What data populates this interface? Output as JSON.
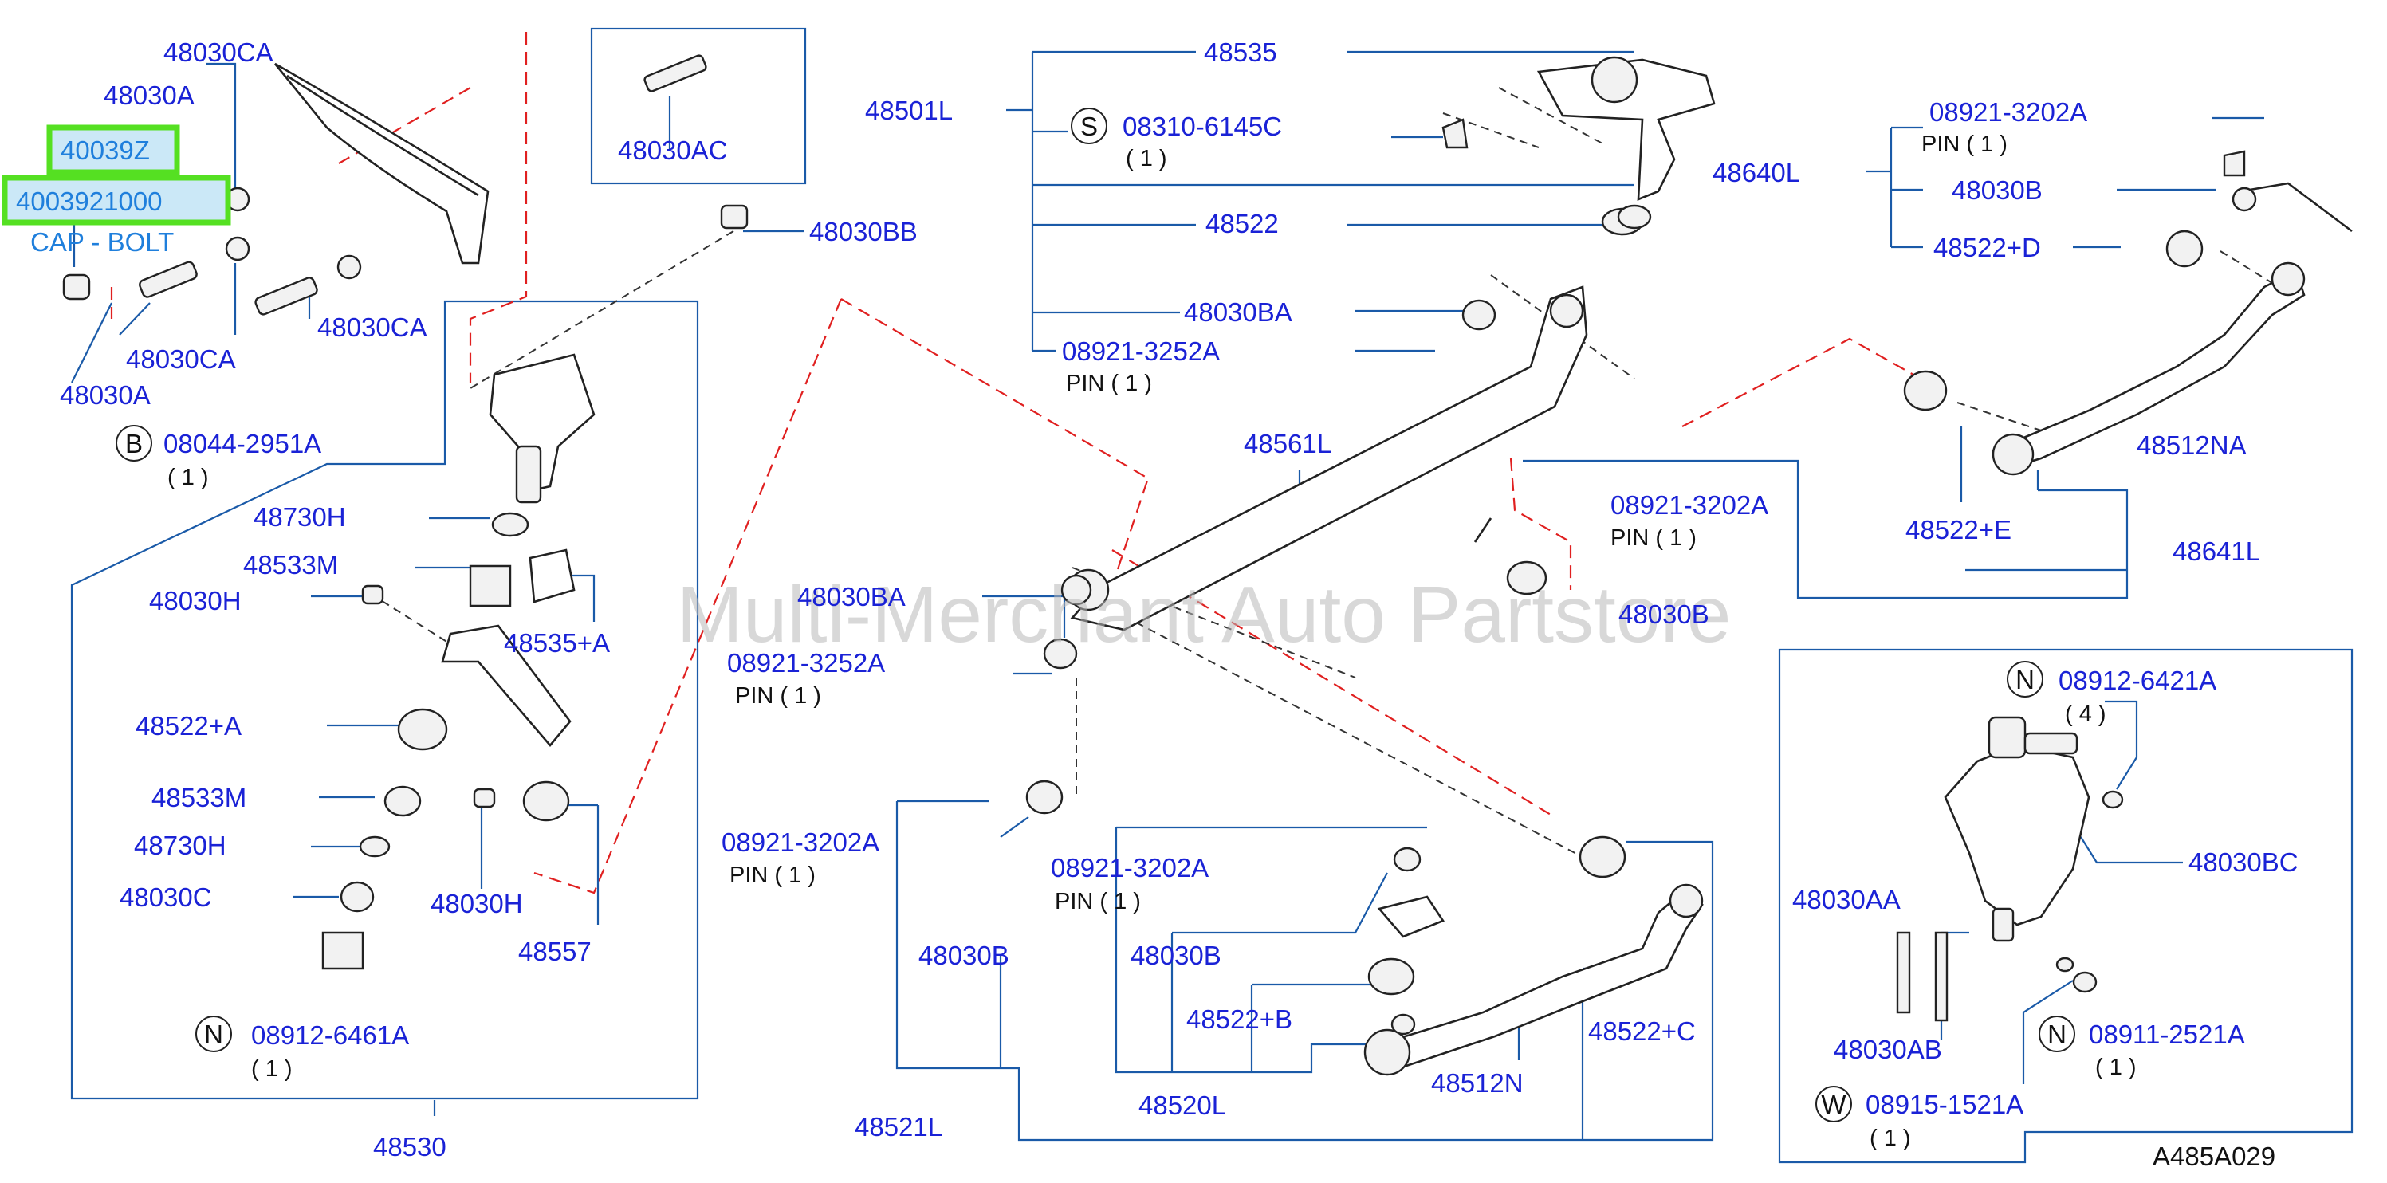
{
  "colors": {
    "label": "#1a22d6",
    "leader": "#1a5aa8",
    "callout": "#ff0000",
    "highlight_border": "#55e022",
    "highlight_fill": "#cbe8f7",
    "highlight_text": "#1f7fdc",
    "watermark": "#b8b8b8"
  },
  "highlights": {
    "part_a": "40039Z",
    "part_b": "4003921000",
    "part_desc": "CAP - BOLT"
  },
  "watermark": "Multi-Merchant Auto Partstore",
  "diagram_code": "A485A029",
  "callouts": {
    "b_letter": "B",
    "s_letter": "S",
    "n_letter": "N",
    "w_letter": "W"
  },
  "labels": {
    "p48030CA_top": "48030CA",
    "p48030A_top": "48030A",
    "p48030CA_mid": "48030CA",
    "p48030CA_bot": "48030CA",
    "p48030A_bot": "48030A",
    "p08044_2951A": "08044-2951A",
    "qty_08044": "( 1 )",
    "p48030AC": "48030AC",
    "p48030BB": "48030BB",
    "p48730H_a": "48730H",
    "p48533M_a": "48533M",
    "p48030H_a": "48030H",
    "p48535A": "48535+A",
    "p48522A": "48522+A",
    "p48533M_b": "48533M",
    "p48730H_b": "48730H",
    "p48030C": "48030C",
    "p48030H_b": "48030H",
    "p48557": "48557",
    "p08912_6461A": "08912-6461A",
    "qty_08912_6461A": "( 1 )",
    "p48530": "48530",
    "p48535": "48535",
    "p48501L": "48501L",
    "p08310_6145C": "08310-6145C",
    "qty_08310": "( 1 )",
    "p48522": "48522",
    "p48030BA_top": "48030BA",
    "p08921_3252A_top": "08921-3252A",
    "pin_3252A_top": "PIN ( 1 )",
    "p48561L": "48561L",
    "p48030BA_left": "48030BA",
    "p08921_3252A_left": "08921-3252A",
    "pin_3252A_left": "PIN ( 1 )",
    "p08921_3202A_left": "08921-3202A",
    "pin_3202A_left": "PIN ( 1 )",
    "p48030B_left": "48030B",
    "p48521L": "48521L",
    "p08921_3202A_mid": "08921-3202A",
    "pin_3202A_mid": "PIN ( 1 )",
    "p48030B_mid": "48030B",
    "p48522B": "48522+B",
    "p48520L": "48520L",
    "p48512N": "48512N",
    "p48522C": "48522+C",
    "p08921_3202A_ctr": "08921-3202A",
    "pin_3202A_ctr": "PIN ( 1 )",
    "p48030B_ctr": "48030B",
    "p08921_3202A_right": "08921-3202A",
    "pin_3202A_right": "PIN ( 1 )",
    "p48640L": "48640L",
    "p48030B_right": "48030B",
    "p48522D": "48522+D",
    "p48512NA": "48512NA",
    "p48522E": "48522+E",
    "p48641L": "48641L",
    "p08912_6421A": "08912-6421A",
    "qty_08912_6421A": "( 4 )",
    "p48030BC": "48030BC",
    "p48030AA": "48030AA",
    "p48030AB": "48030AB",
    "p08911_2521A": "08911-2521A",
    "qty_08911": "( 1 )",
    "p08915_1521A": "08915-1521A",
    "qty_08915": "( 1 )"
  }
}
